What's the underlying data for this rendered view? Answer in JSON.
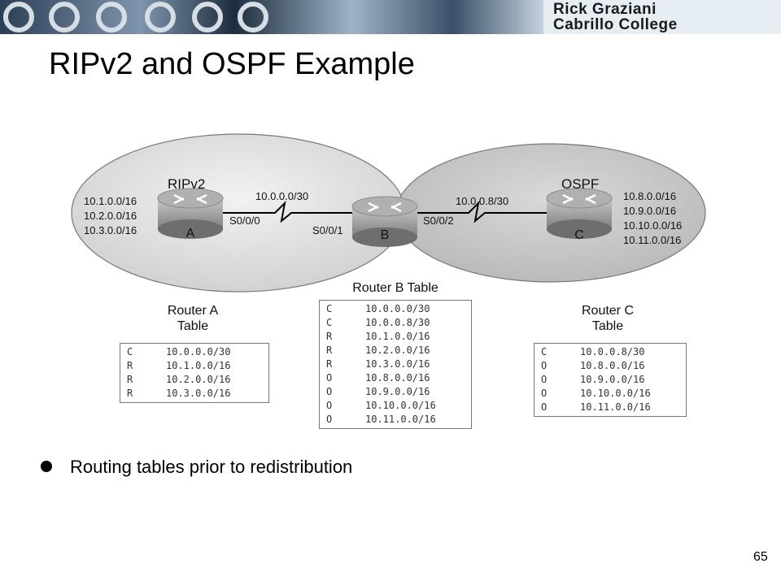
{
  "header": {
    "brand_line1": "Rick Graziani",
    "brand_line2": "Cabrillo College"
  },
  "slide": {
    "title": "RIPv2 and OSPF Example",
    "bullet": "Routing tables prior to redistribution",
    "page_number": "65"
  },
  "diagram": {
    "rip_label": "RIPv2",
    "ospf_label": "OSPF",
    "rip_networks": [
      "10.1.0.0/16",
      "10.2.0.0/16",
      "10.3.0.0/16"
    ],
    "ospf_networks": [
      "10.8.0.0/16",
      "10.9.0.0/16",
      "10.10.0.0/16",
      "10.11.0.0/16"
    ],
    "link_ab": "10.0.0.0/30",
    "link_bc": "10.0.0.8/30",
    "routers": {
      "a": "A",
      "b": "B",
      "c": "C"
    },
    "interfaces": {
      "a_s0": "S0/0/0",
      "b_s01": "S0/0/1",
      "b_s02": "S0/0/2"
    }
  },
  "tables": {
    "router_a": {
      "title_line1": "Router A",
      "title_line2": "Table",
      "rows": [
        {
          "code": "C",
          "net": "10.0.0.0/30"
        },
        {
          "code": "R",
          "net": "10.1.0.0/16"
        },
        {
          "code": "R",
          "net": "10.2.0.0/16"
        },
        {
          "code": "R",
          "net": "10.3.0.0/16"
        }
      ]
    },
    "router_b": {
      "title": "Router B Table",
      "rows": [
        {
          "code": "C",
          "net": "10.0.0.0/30"
        },
        {
          "code": "C",
          "net": "10.0.0.8/30"
        },
        {
          "code": "R",
          "net": "10.1.0.0/16"
        },
        {
          "code": "R",
          "net": "10.2.0.0/16"
        },
        {
          "code": "R",
          "net": "10.3.0.0/16"
        },
        {
          "code": "O",
          "net": "10.8.0.0/16"
        },
        {
          "code": "O",
          "net": "10.9.0.0/16"
        },
        {
          "code": "O",
          "net": "10.10.0.0/16"
        },
        {
          "code": "O",
          "net": "10.11.0.0/16"
        }
      ]
    },
    "router_c": {
      "title_line1": "Router C",
      "title_line2": "Table",
      "rows": [
        {
          "code": "C",
          "net": "10.0.0.8/30"
        },
        {
          "code": "O",
          "net": "10.8.0.0/16"
        },
        {
          "code": "O",
          "net": "10.9.0.0/16"
        },
        {
          "code": "O",
          "net": "10.10.0.0/16"
        },
        {
          "code": "O",
          "net": "10.11.0.0/16"
        }
      ]
    }
  }
}
